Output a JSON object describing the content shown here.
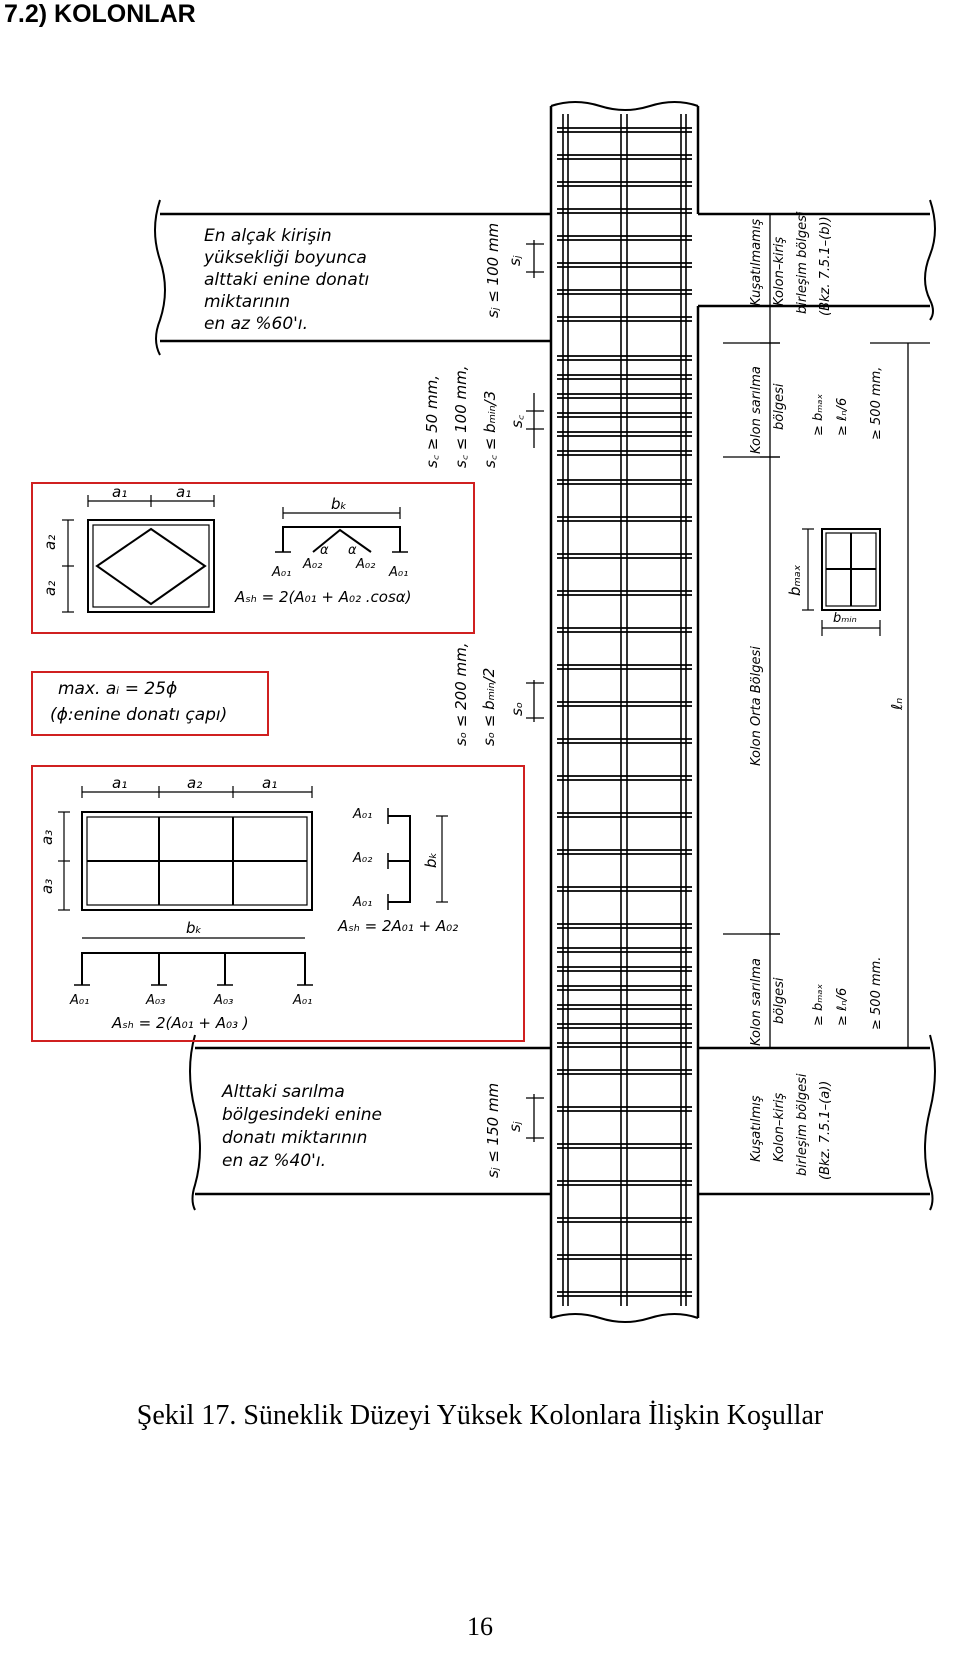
{
  "page": {
    "heading": "7.2) KOLONLAR",
    "caption": "Şekil 17. Süneklik Düzeyi Yüksek Kolonlara İlişkin Koşullar",
    "page_number": "16"
  },
  "colors": {
    "line": "#000000",
    "box_border": "#d02020"
  },
  "notes": {
    "upper_note": [
      "En alçak kirişin",
      "yüksekliği boyunca",
      "alttaki enine donatı",
      "miktarının",
      "en az %60'ı."
    ],
    "lower_note": [
      "Alttaki sarılma",
      "bölgesindeki enine",
      "donatı miktarının",
      "en az %40'ı."
    ],
    "max_ai_note": [
      "max. aᵢ = 25ϕ",
      "(ϕ:enine donatı çapı)"
    ]
  },
  "spacing_labels": {
    "sj_top": "sⱼ ≤ 100 mm",
    "sj": "sⱼ",
    "sc_line1": "s꜀ ≥ 50 mm,",
    "sc_line2": "s꜀ ≤ 100 mm,",
    "sc_line3": "s꜀ ≤ bₘᵢₙ/3",
    "sc": "s꜀",
    "so_line1": "sₒ ≤ 200 mm,",
    "so_line2": "sₒ ≤ bₘᵢₙ/2",
    "so": "sₒ",
    "sj_bottom": "sⱼ ≤ 150 mm"
  },
  "zone_labels": {
    "unconfined_top": [
      "Kuşatılmamış",
      "Kolon–kiriş",
      "birleşim bölgesi",
      "(Bkz. 7.5.1–(b))"
    ],
    "confined_top": [
      "Kolon sarılma",
      "bölgesi"
    ],
    "middle": "Kolon Orta Bölgesi",
    "confined_bottom": [
      "Kolon sarılma",
      "bölgesi"
    ],
    "confined_bottom_top": [
      "Kuşatılmış",
      "Kolon–kiriş",
      "birleşim bölgesi",
      "(Bkz. 7.5.1–(a))"
    ],
    "criteria_top": [
      "≥ bₘₐₓ",
      "≥ ℓₙ/6",
      "≥ 500 mm,"
    ],
    "criteria_bottom": [
      "≥ bₘₐₓ",
      "≥ ℓₙ/6",
      "≥ 500 mm."
    ],
    "ln": "ℓₙ",
    "bmax": "bₘₐₓ",
    "bmin": "bₘᵢₙ"
  },
  "section_box_1": {
    "a1": "a₁",
    "a2": "a₂",
    "bk": "bₖ",
    "alpha": "α",
    "A01": "A₀₁",
    "A02": "A₀₂",
    "formula": "Aₛₕ = 2(A₀₁ + A₀₂ .cosα)"
  },
  "section_box_2": {
    "a1": "a₁",
    "a2": "a₂",
    "a3": "a₃",
    "bk": "bₖ",
    "A01": "A₀₁",
    "A02": "A₀₂",
    "A03": "A₀₃",
    "formula_right": "Aₛₕ = 2A₀₁ + A₀₂",
    "formula_bottom": "Aₛₕ = 2(A₀₁ + A₀₃ )"
  }
}
